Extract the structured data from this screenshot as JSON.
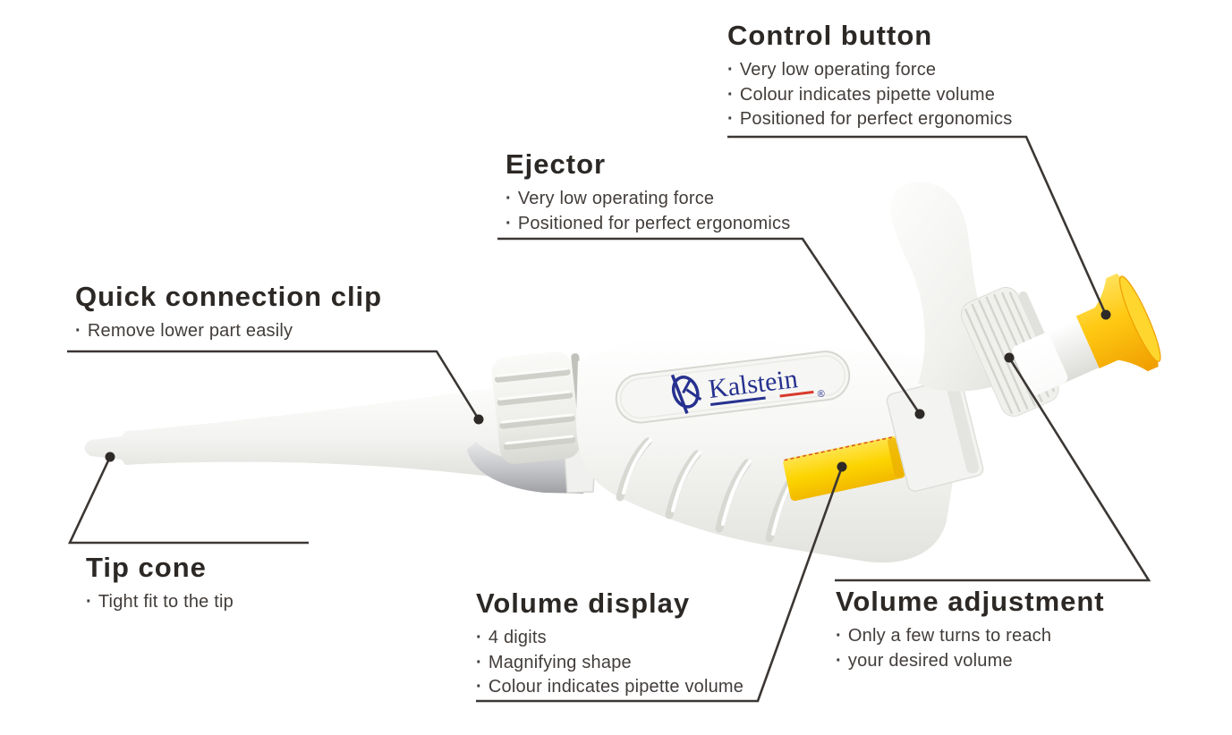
{
  "brand": {
    "logo_text": "Kalstein",
    "registered": "®",
    "logo_color": "#26318f"
  },
  "colors": {
    "accent_button_yellow": "#fdc500",
    "display_window_yellow": "#fcd800",
    "annotation_line": "#3b3734",
    "title_text": "#2b2825",
    "body_text": "#423d3a",
    "pipette_body": "#f4f4f2",
    "ejector_blade_gray": "#aeafb3"
  },
  "annotations": {
    "control_button": {
      "title": "Control button",
      "bullets": [
        "Very low operating force",
        "Colour indicates pipette volume",
        "Positioned for perfect ergonomics"
      ]
    },
    "ejector": {
      "title": "Ejector",
      "bullets": [
        "Very low operating force",
        "Positioned for perfect ergonomics"
      ]
    },
    "quick_connection_clip": {
      "title": "Quick connection clip",
      "bullets": [
        "Remove lower part easily"
      ]
    },
    "tip_cone": {
      "title": "Tip cone",
      "bullets": [
        "Tight fit to the tip"
      ]
    },
    "volume_display": {
      "title": "Volume display",
      "bullets": [
        "4 digits",
        "Magnifying shape",
        "Colour indicates pipette volume"
      ]
    },
    "volume_adjustment": {
      "title": "Volume adjustment",
      "bullets": [
        "Only a few turns to reach",
        "your desired volume"
      ]
    }
  }
}
